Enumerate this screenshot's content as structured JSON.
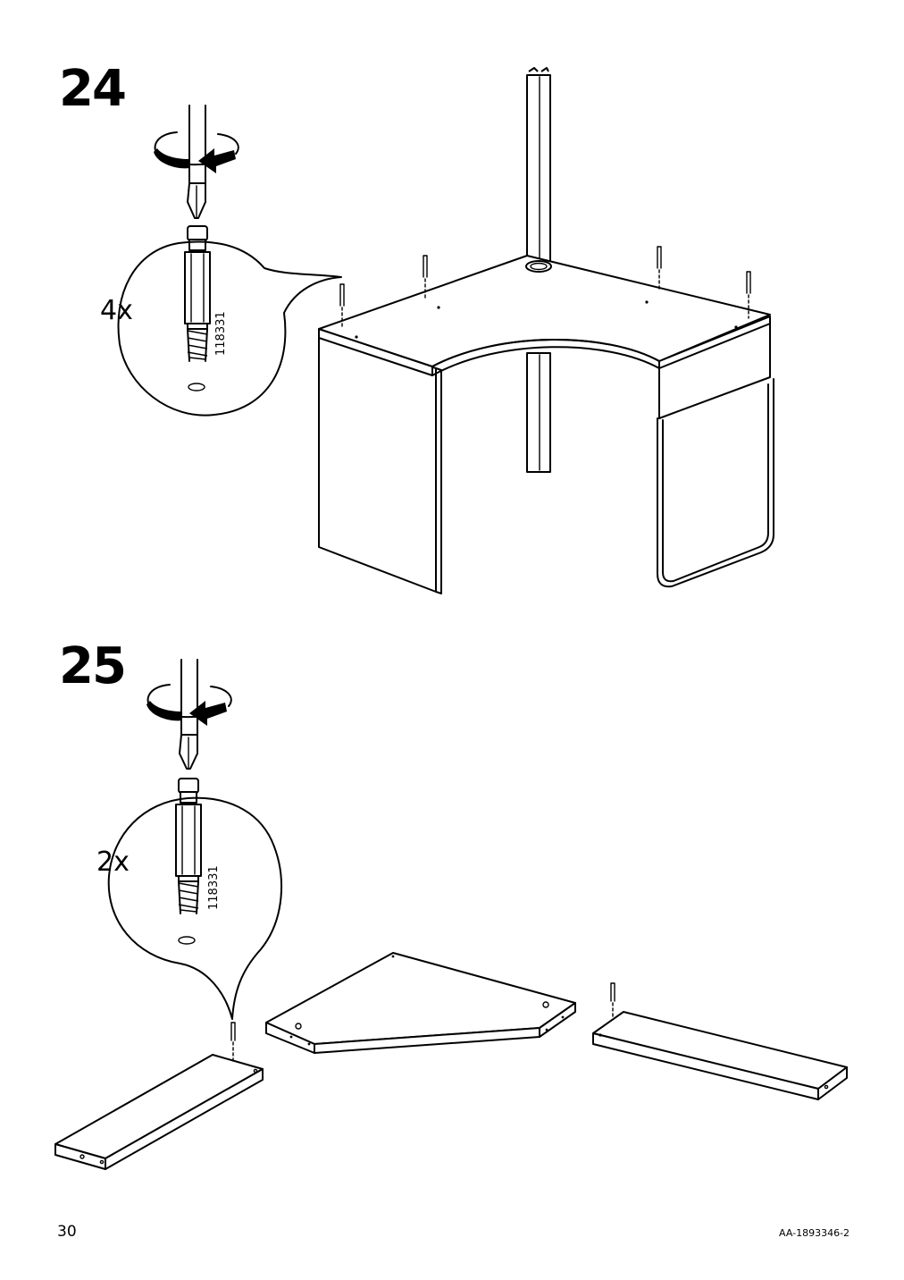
{
  "steps": [
    {
      "number": "24",
      "quantity": "4x",
      "part_number": "118331"
    },
    {
      "number": "25",
      "quantity": "2x",
      "part_number": "118331"
    }
  ],
  "footer": {
    "page_number": "30",
    "doc_code": "AA-1893346-2"
  },
  "icons": [
    "screwdriver-icon",
    "rotate-arrow-icon",
    "dowel-icon"
  ]
}
